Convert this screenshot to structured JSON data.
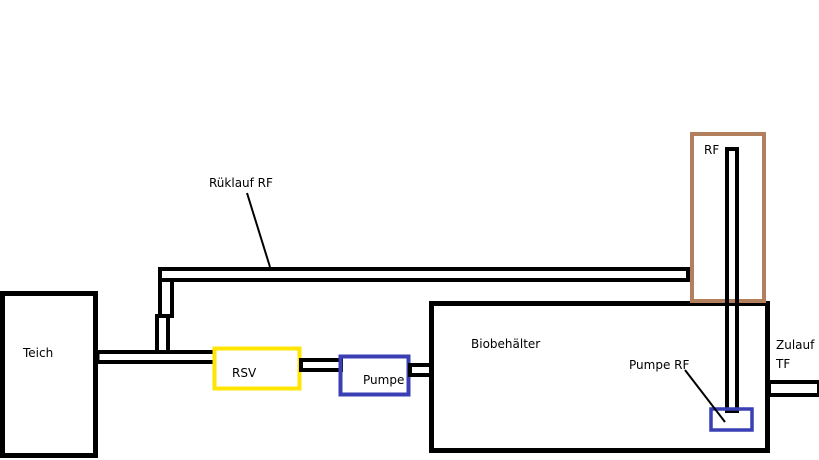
{
  "labels": {
    "teich": "Teich",
    "rsv": "RSV",
    "pumpe": "Pumpe",
    "biobehaelter": "Biobehälter",
    "rueklauf_rf": "Rüklauf RF",
    "rf": "RF",
    "pumpe_rf": "Pumpe RF",
    "zulauf_line1": "Zulauf",
    "zulauf_line2": "TF"
  },
  "colors": {
    "background": "#ffffff",
    "line": "#000000",
    "rsv_box": "#ffe500",
    "pumpe_box": "#3a3fb4",
    "rf_box": "#b2805c",
    "pumpe_rf_box": "#3a3fb4"
  }
}
